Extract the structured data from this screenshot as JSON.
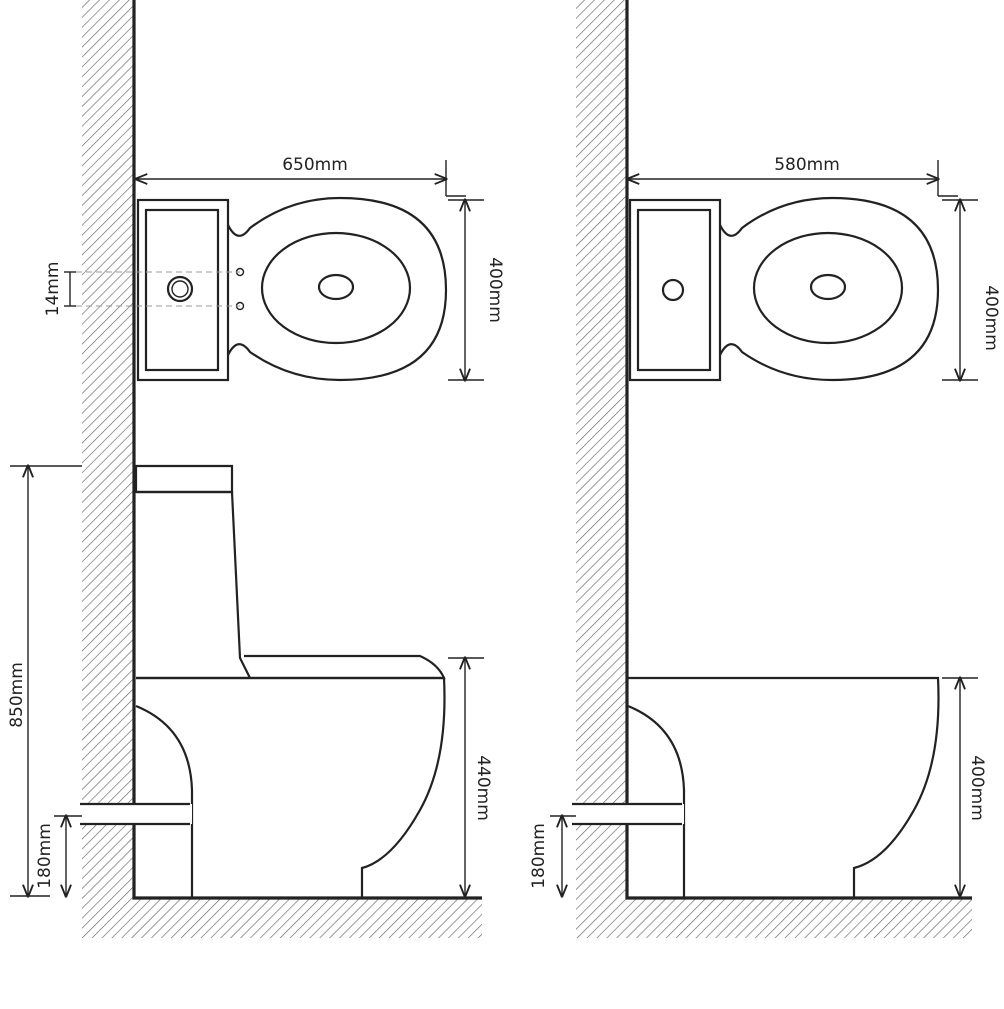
{
  "diagrams": [
    {
      "id": "left",
      "top_view": {
        "width_label": "650mm",
        "depth_label": "400mm",
        "hole_label": "14mm"
      },
      "side_view": {
        "height_label": "850mm",
        "seat_label": "440mm",
        "pipe_label": "180mm"
      }
    },
    {
      "id": "right",
      "top_view": {
        "width_label": "580mm",
        "depth_label": "400mm"
      },
      "side_view": {
        "seat_label": "400mm",
        "pipe_label": "180mm"
      }
    }
  ],
  "colors": {
    "line": "#222222",
    "hatch": "#555555",
    "background": "#ffffff"
  }
}
